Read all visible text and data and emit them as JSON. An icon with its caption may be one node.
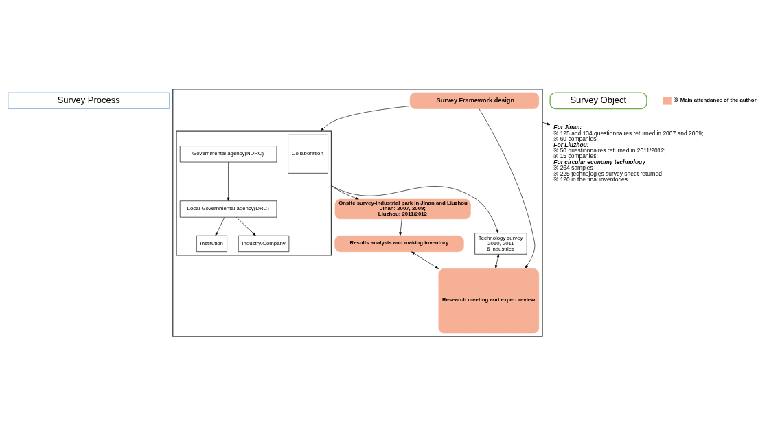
{
  "diagram": {
    "nodes": [
      {
        "text": [
          "Survey Process"
        ]
      },
      {
        "text": [],
        "shape": "box"
      },
      {
        "text": [
          "Survey Framework design"
        ],
        "in": 1
      },
      {
        "text": [],
        "shape": "box",
        "in": 1
      },
      {
        "text": [
          "Collaboration"
        ],
        "in": 3
      },
      {
        "text": [
          "Governmental agency(NDRC)"
        ],
        "in": 3
      },
      {
        "text": [
          "Local Governmental agency(DRC)"
        ],
        "in": 3
      },
      {
        "text": [
          "Institution"
        ],
        "in": 3
      },
      {
        "text": [
          "Industry/Company"
        ],
        "in": 3
      },
      {
        "text": [
          "Onsite survey-industrial park in Jinan and Liuzhou",
          "Jinan: 2007, 2009;",
          "Liuzhou: 2011/2012"
        ],
        "in": 1
      },
      {
        "text": [
          "Technology survey",
          "2010, 2011",
          "6 industries"
        ],
        "in": 1
      },
      {
        "text": [
          "Results analysis and making inventory"
        ],
        "in": 1
      },
      {
        "text": [
          "Research meeting and expert review"
        ],
        "in": 1
      },
      {
        "text": [
          "Survey Object"
        ]
      },
      {
        "text": [
          "For Jinan:",
          "※ 125 and 134 questionnaires returned in 2007 and 2009;",
          "※ 60 companies;",
          "For Liuzhou:",
          "※ 50 questionnaires returned in 2011/2012;",
          "※ 15 companies;",
          "For circular economy technology",
          "※ 264 samples",
          "※ 225 technologies survey sheet returned",
          "※ 120 in the final inventories"
        ]
      }
    ],
    "edges": [
      {
        "from": 2,
        "to": 3,
        "arrow": "to"
      },
      {
        "from": 2,
        "to": 12,
        "arrow": "to"
      },
      {
        "from": 5,
        "to": 6,
        "arrow": "to"
      },
      {
        "from": 6,
        "to": 7,
        "arrow": "to"
      },
      {
        "from": 6,
        "to": 8,
        "arrow": "to"
      },
      {
        "from": 3,
        "to": 9,
        "arrow": "to"
      },
      {
        "from": 3,
        "to": 10,
        "arrow": "to"
      },
      {
        "from": 9,
        "to": 11,
        "arrow": "to"
      },
      {
        "from": 10,
        "to": 12,
        "arrow": "both"
      },
      {
        "from": 11,
        "to": 12,
        "arrow": "both"
      },
      {
        "from": 1,
        "to": 14,
        "arrow": "to"
      }
    ],
    "legend": [
      {
        "text": "※ Main attendance of the author",
        "color": "#f5b096"
      }
    ]
  }
}
